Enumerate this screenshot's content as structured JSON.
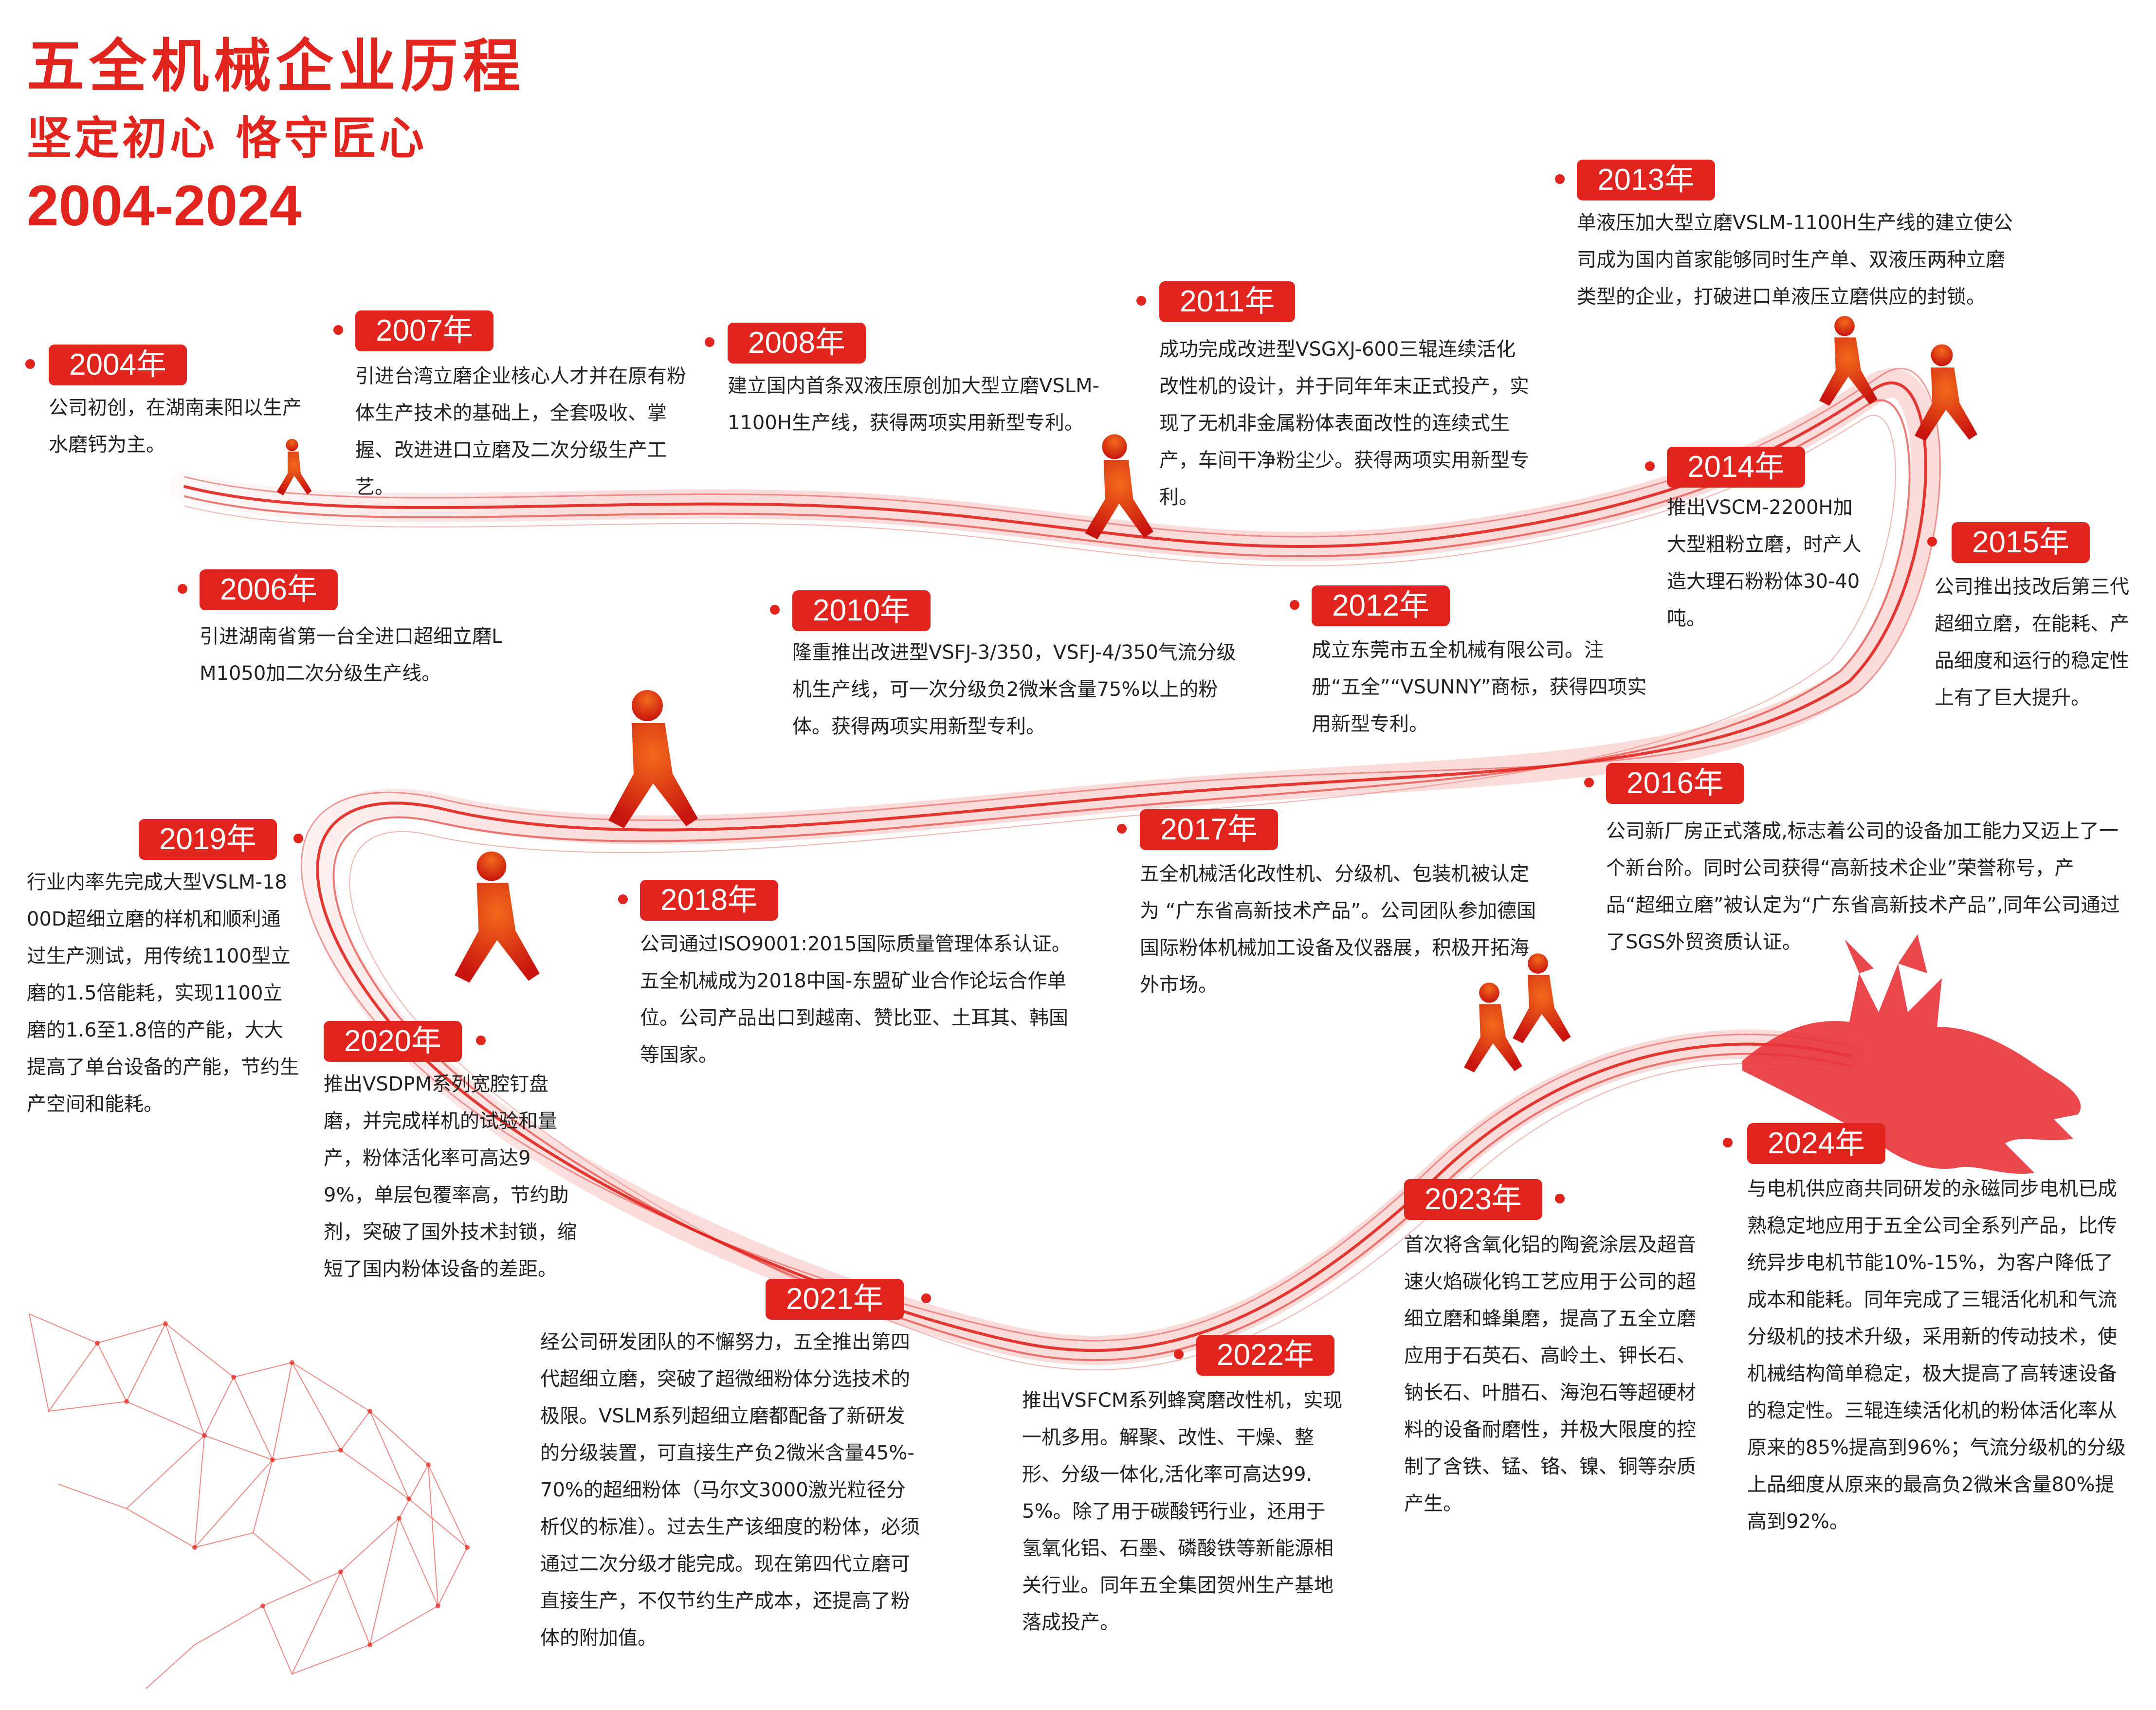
{
  "header": {
    "title": "五全机械企业历程",
    "subtitle": "坚定初心 恪守匠心",
    "years": "2004-2024"
  },
  "colors": {
    "accent": "#e1241d",
    "text": "#222222",
    "background": "#ffffff"
  },
  "events": [
    {
      "year": "2004年",
      "text": "公司初创，在湖南耒阳以生产水磨钙为主。"
    },
    {
      "year": "2006年",
      "text": "引进湖南省第一台全进口超细立磨LM1050加二次分级生产线。"
    },
    {
      "year": "2007年",
      "text": "引进台湾立磨企业核心人才并在原有粉体生产技术的基础上，全套吸收、掌握、改进进口立磨及二次分级生产工艺。"
    },
    {
      "year": "2008年",
      "text": "建立国内首条双液压原创加大型立磨VSLM-1100H生产线，获得两项实用新型专利。"
    },
    {
      "year": "2010年",
      "text": "隆重推出改进型VSFJ-3/350，VSFJ-4/350气流分级机生产线，可一次分级负2微米含量75%以上的粉体。获得两项实用新型专利。"
    },
    {
      "year": "2011年",
      "text": "成功完成改进型VSGXJ-600三辊连续活化改性机的设计，并于同年年末正式投产，实现了无机非金属粉体表面改性的连续式生产，车间干净粉尘少。获得两项实用新型专利。"
    },
    {
      "year": "2012年",
      "text": "成立东莞市五全机械有限公司。注册“五全”“VSUNNY”商标，获得四项实用新型专利。"
    },
    {
      "year": "2013年",
      "text": "单液压加大型立磨VSLM-1100H生产线的建立使公司成为国内首家能够同时生产单、双液压两种立磨类型的企业，打破进口单液压立磨供应的封锁。"
    },
    {
      "year": "2014年",
      "text": "推出VSCM-2200H加大型粗粉立磨，时产人造大理石粉粉体30-40吨。"
    },
    {
      "year": "2015年",
      "text": "公司推出技改后第三代超细立磨，在能耗、产品细度和运行的稳定性上有了巨大提升。"
    },
    {
      "year": "2016年",
      "text": "公司新厂房正式落成,标志着公司的设备加工能力又迈上了一个新台阶。同时公司获得“高新技术企业”荣誉称号，产品“超细立磨”被认定为“广东省高新技术产品”,同年公司通过了SGS外贸资质认证。"
    },
    {
      "year": "2017年",
      "text": "五全机械活化改性机、分级机、包装机被认定为 “广东省高新技术产品”。公司团队参加德国国际粉体机械加工设备及仪器展，积极开拓海外市场。"
    },
    {
      "year": "2018年",
      "text": "公司通过ISO9001:2015国际质量管理体系认证。五全机械成为2018中国-东盟矿业合作论坛合作单位。公司产品出口到越南、赞比亚、土耳其、韩国等国家。"
    },
    {
      "year": "2019年",
      "text": "行业内率先完成大型VSLM-1800D超细立磨的样机和顺利通过生产测试，用传统1100型立磨的1.5倍能耗，实现1100立磨的1.6至1.8倍的产能，大大提高了单台设备的产能，节约生产空间和能耗。"
    },
    {
      "year": "2020年",
      "text": "推出VSDPM系列宽腔钉盘磨，并完成样机的试验和量产，粉体活化率可高达99%，单层包覆率高，节约助剂，突破了国外技术封锁，缩短了国内粉体设备的差距。"
    },
    {
      "year": "2021年",
      "text": "经公司研发团队的不懈努力，五全推出第四代超细立磨，突破了超微细粉体分选技术的极限。VSLM系列超细立磨都配备了新研发的分级装置，可直接生产负2微米含量45%-70%的超细粉体（马尔文3000激光粒径分析仪的标准）。过去生产该细度的粉体，必须通过二次分级才能完成。现在第四代立磨可直接生产，不仅节约生产成本，还提高了粉体的附加值。"
    },
    {
      "year": "2022年",
      "text": "推出VSFCM系列蜂窝磨改性机，实现一机多用。解聚、改性、干燥、整形、分级一体化,活化率可高达99.5%。除了用于碳酸钙行业，还用于氢氧化铝、石墨、磷酸铁等新能源相关行业。同年五全集团贺州生产基地落成投产。"
    },
    {
      "year": "2023年",
      "text": "首次将含氧化铝的陶瓷涂层及超音速火焰碳化钨工艺应用于公司的超细立磨和蜂巢磨，提高了五全立磨应用于石英石、高岭土、钾长石、钠长石、叶腊石、海泡石等超硬材料的设备耐磨性，并极大限度的控制了含铁、锰、铬、镍、铜等杂质产生。"
    },
    {
      "year": "2024年",
      "text": "与电机供应商共同研发的永磁同步电机已成熟稳定地应用于五全公司全系列产品，比传统异步电机节能10%-15%，为客户降低了成本和能耗。同年完成了三辊活化机和气流分级机的技术升级，采用新的传动技术，使机械结构简单稳定，极大提高了高转速设备的稳定性。三辊连续活化机的粉体活化率从原来的85%提高到96%；气流分级机的分级上品细度从原来的最高负2微米含量80%提高到92%。"
    }
  ]
}
